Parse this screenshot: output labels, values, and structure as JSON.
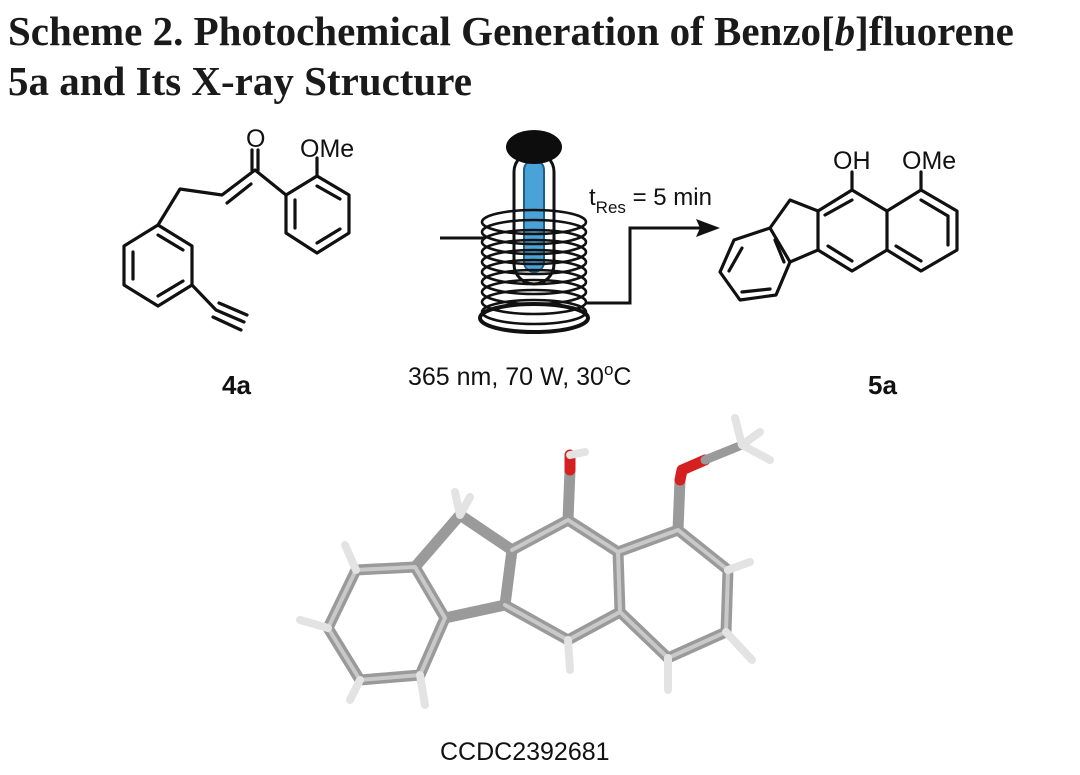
{
  "title": {
    "part1": "Scheme 2. Photochemical Generation of Benzo[",
    "italic": "b",
    "part2": "]fluorene",
    "line2": "5a and Its X-ray Structure"
  },
  "reactant": {
    "id": "4a",
    "atoms": {
      "carbonyl_O": "O",
      "methoxy": "OMe"
    }
  },
  "product": {
    "id": "5a",
    "atoms": {
      "hydroxy": "OH",
      "methoxy": "OMe"
    }
  },
  "reaction": {
    "residence_base": "t",
    "residence_sub": "Res",
    "residence_value": " = 5 min",
    "conditions_text": "365 nm, 70 W, 30",
    "conditions_sup": "o",
    "conditions_unit": "C"
  },
  "xray": {
    "ccdc": "CCDC2392681"
  },
  "colors": {
    "lamp_blue": "#4aa3d8",
    "oxygen_red": "#d42020",
    "carbon_grey": "#9a9a9a",
    "hydrogen_white": "#f2f2f2"
  }
}
